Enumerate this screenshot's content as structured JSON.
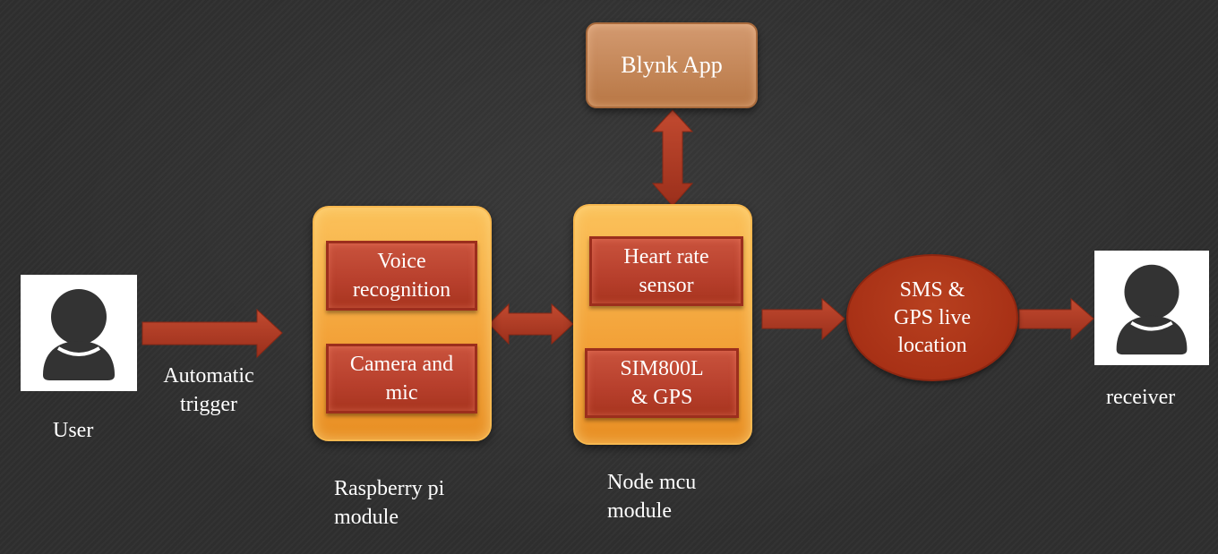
{
  "nodes": {
    "user_label": "User",
    "trigger_label": [
      "Automatic",
      "trigger"
    ],
    "raspberry": {
      "voice": [
        "Voice",
        "recognition"
      ],
      "camera": [
        "Camera and",
        "mic"
      ],
      "label": [
        "Raspberry pi",
        "module"
      ]
    },
    "nodemcu": {
      "heart": [
        "Heart rate",
        "sensor"
      ],
      "sim": [
        "SIM800L",
        "& GPS"
      ],
      "label": [
        "Node mcu",
        "module"
      ]
    },
    "blynk": "Blynk App",
    "sms": [
      "SMS &",
      "GPS live",
      "location"
    ],
    "receiver_label": "receiver"
  },
  "colors": {
    "background": "#2f2f2f",
    "arrow": "#a8351f",
    "module": "#f3a33a",
    "inner_box": "#b73f2c",
    "blynk": "#b87745",
    "sms": "#a83116"
  },
  "icons": {
    "user": "person-silhouette-icon",
    "receiver": "person-silhouette-icon"
  }
}
